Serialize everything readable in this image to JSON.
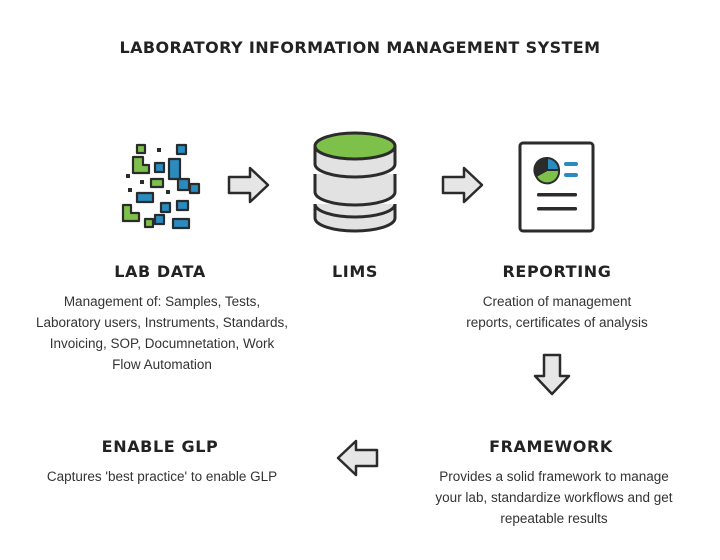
{
  "title": "LABORATORY INFORMATION MANAGEMENT SYSTEM",
  "colors": {
    "green": "#7dc14b",
    "blue": "#2a8bbf",
    "outline": "#2b2b2b",
    "arrow_fill": "#e6e6e6",
    "cylinder_fill": "#e2e2e2"
  },
  "nodes": {
    "lab_data": {
      "heading": "LAB DATA",
      "lines": [
        "Management of: Samples, Tests,",
        "Laboratory users, Instruments, Standards,",
        "Invoicing, SOP, Documnetation, Work",
        "Flow Automation"
      ],
      "icon": "data-blocks-icon"
    },
    "lims": {
      "heading": "LIMS",
      "icon": "database-icon"
    },
    "reporting": {
      "heading": "REPORTING",
      "lines": [
        "Creation of management",
        "reports, certificates of analysis"
      ],
      "icon": "report-document-icon"
    },
    "framework": {
      "heading": "FRAMEWORK",
      "lines": [
        "Provides a solid framework to manage",
        "your lab, standardize workflows and get",
        "repeatable results"
      ]
    },
    "enable_glp": {
      "heading": "ENABLE GLP",
      "lines": [
        "Captures 'best practice' to enable GLP"
      ]
    }
  },
  "arrows": [
    {
      "from": "lab_data",
      "to": "lims",
      "direction": "right"
    },
    {
      "from": "lims",
      "to": "reporting",
      "direction": "right"
    },
    {
      "from": "reporting",
      "to": "framework",
      "direction": "down"
    },
    {
      "from": "framework",
      "to": "enable_glp",
      "direction": "left"
    }
  ]
}
